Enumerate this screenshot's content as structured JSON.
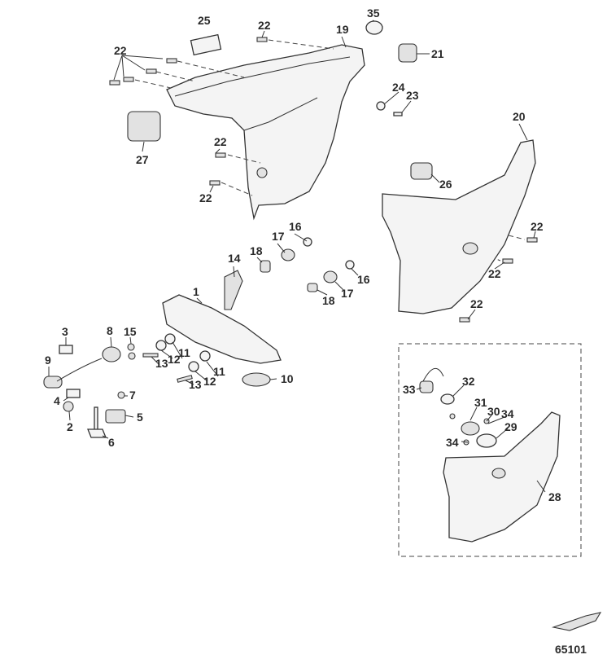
{
  "diagram": {
    "figure_number": "65101",
    "callouts": [
      "25",
      "22",
      "35",
      "19",
      "21",
      "22",
      "24",
      "23",
      "27",
      "22",
      "20",
      "26",
      "22",
      "22",
      "16",
      "17",
      "18",
      "14",
      "22",
      "16",
      "17",
      "18",
      "22",
      "1",
      "3",
      "8",
      "15",
      "9",
      "11",
      "12",
      "13",
      "10",
      "11",
      "12",
      "13",
      "7",
      "4",
      "5",
      "2",
      "6",
      "33",
      "32",
      "31",
      "30",
      "34",
      "29",
      "34",
      "28"
    ]
  }
}
